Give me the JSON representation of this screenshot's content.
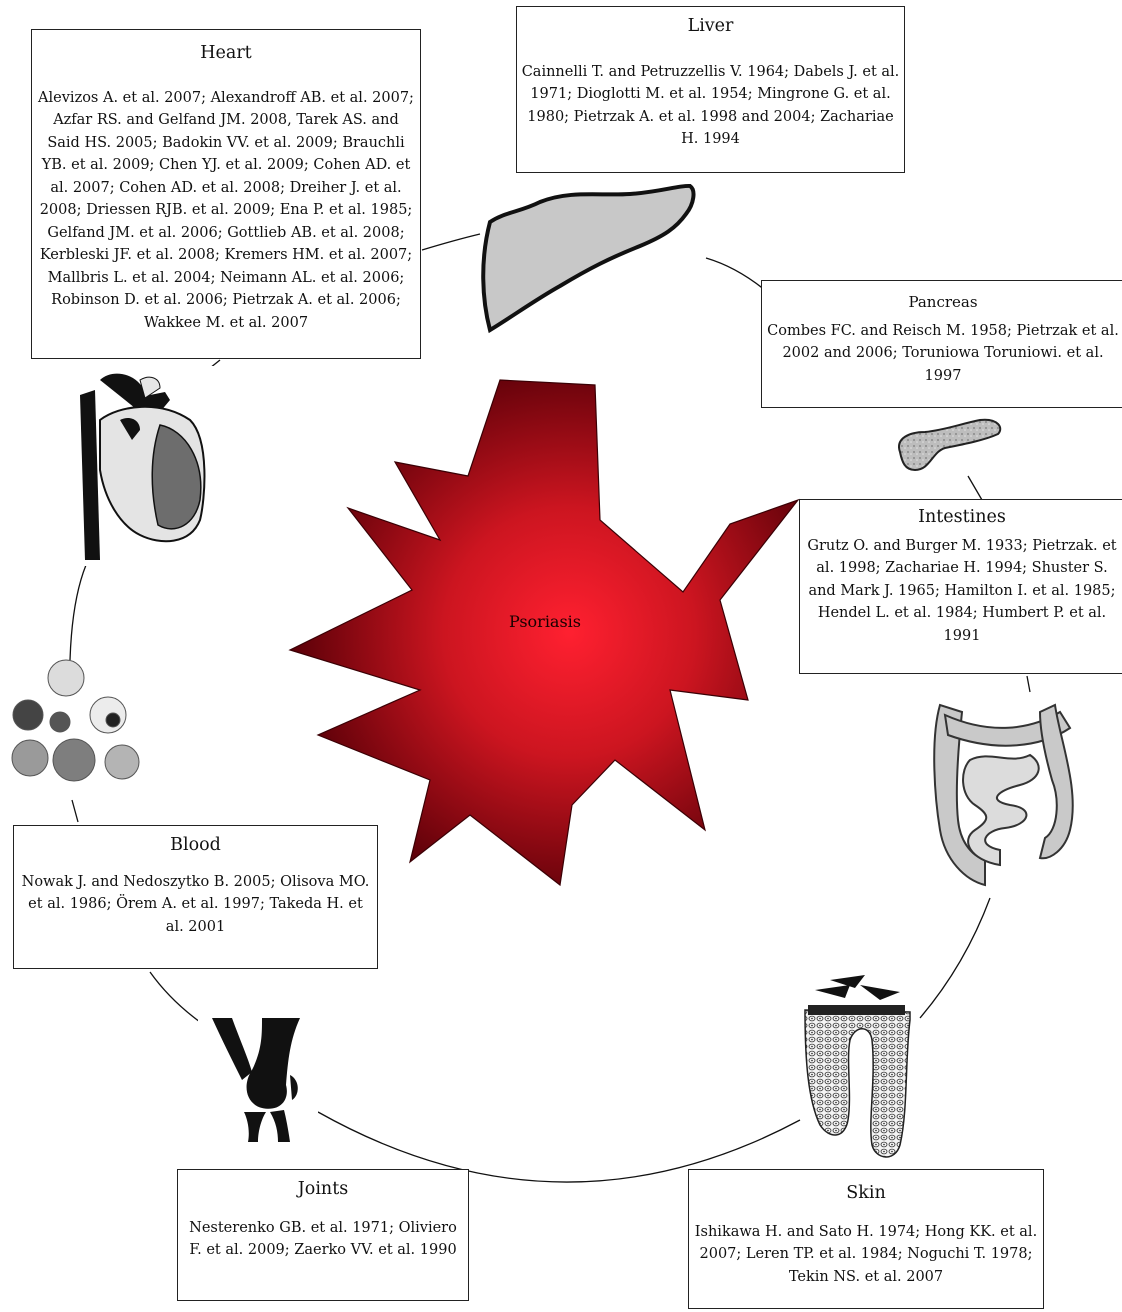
{
  "center": {
    "label": "Psoriasis",
    "color": "#cc1520",
    "edge_color": "#5a0008"
  },
  "organs": {
    "heart": {
      "title": "Heart",
      "refs": "Alevizos A. et al. 2007; Alexandroff AB. et al. 2007; Azfar RS. and Gelfand JM. 2008, Tarek AS. and Said HS. 2005; Badokin VV. et al. 2009; Brauchli YB. et al. 2009; Chen YJ. et al. 2009; Cohen AD. et al. 2007; Cohen AD. et al. 2008; Dreiher J. et al. 2008; Driessen RJB. et al. 2009; Ena P. et al. 1985; Gelfand JM. et al. 2006; Gottlieb AB. et al. 2008; Kerbleski JF. et al. 2008; Kremers HM. et al. 2007; Mallbris L. et al. 2004; Neimann AL. et al. 2006; Robinson D. et al. 2006; Pietrzak A. et al. 2006; Wakkee M. et al. 2007"
    },
    "liver": {
      "title": "Liver",
      "refs": "Cainnelli T. and Petruzzellis V. 1964; Dabels J. et al. 1971; Dioglotti M. et al. 1954; Mingrone G. et al. 1980; Pietrzak A. et al. 1998 and 2004; Zachariae H. 1994"
    },
    "pancreas": {
      "title": "Pancreas",
      "refs": "Combes FC. and Reisch M. 1958; Pietrzak et al. 2002 and 2006; Toruniowa Toruniowi. et al. 1997"
    },
    "intestines": {
      "title": "Intestines",
      "refs": "Grutz O. and Burger M. 1933; Pietrzak. et al. 1998; Zachariae H. 1994; Shuster S. and Mark J. 1965; Hamilton I. et al. 1985; Hendel L. et al. 1984; Humbert P. et al. 1991"
    },
    "blood": {
      "title": "Blood",
      "refs": "Nowak J. and Nedoszytko B. 2005; Olisova MO. et al. 1986; Örem A. et al. 1997; Takeda H. et al. 2001"
    },
    "joints": {
      "title": "Joints",
      "refs": "Nesterenko GB. et al. 1971; Oliviero F. et al. 2009; Zaerko VV. et al. 1990"
    },
    "skin": {
      "title": "Skin",
      "refs": "Ishikawa H. and Sato H. 1974; Hong KK. et al. 2007; Leren TP. et al. 1984; Noguchi T. 1978; Tekin NS. et al. 2007"
    }
  }
}
